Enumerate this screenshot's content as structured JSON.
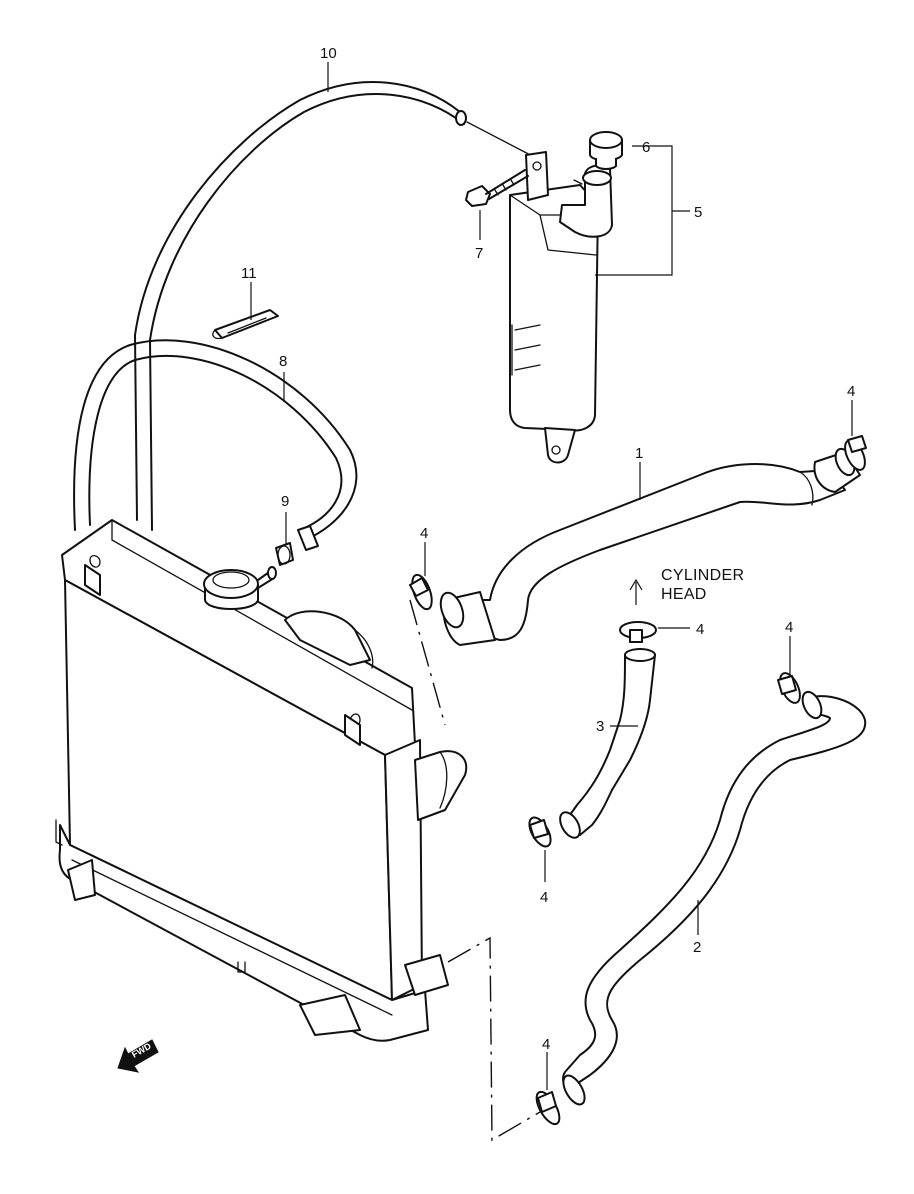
{
  "callouts": {
    "c1": "1",
    "c2": "2",
    "c3": "3",
    "c4a": "4",
    "c4b": "4",
    "c4c": "4",
    "c4d": "4",
    "c4e": "4",
    "c4f": "4",
    "c5": "5",
    "c6": "6",
    "c7": "7",
    "c8": "8",
    "c9": "9",
    "c10": "10",
    "c11": "11"
  },
  "notes": {
    "cylinder_head_line1": "CYLINDER",
    "cylinder_head_line2": "HEAD"
  },
  "fwd_label": "FWD",
  "colors": {
    "line": "#111111",
    "background": "#ffffff"
  }
}
